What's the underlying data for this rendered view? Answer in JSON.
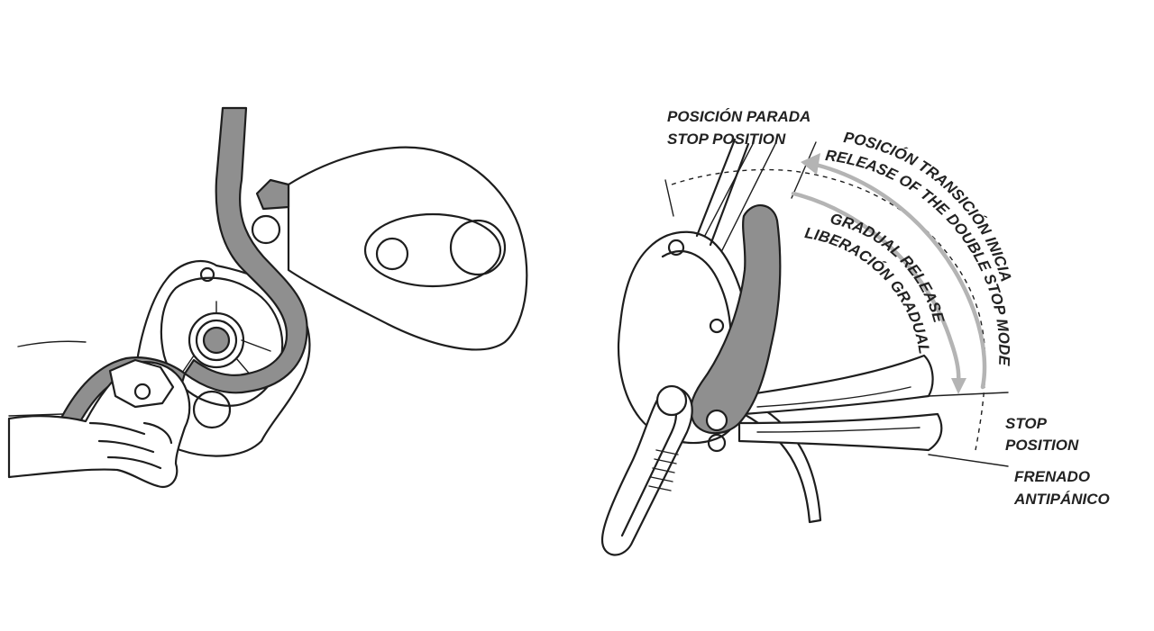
{
  "labels": {
    "stop_position_es": "POSICIÓN PARADA",
    "stop_position_en": "STOP POSITION",
    "transition_es": "POSICIÓN TRANSICIÓN INICIAL",
    "release_double_stop": "RELEASE OF THE DOUBLE STOP MODE",
    "gradual_release": "GRADUAL RELEASE",
    "liberacion_gradual": "LIBERACIÓN GRADUAL",
    "stop_position_right_1": "STOP",
    "stop_position_right_2": "POSITION",
    "frenado_1": "FRENADO",
    "frenado_2": "ANTIPÁNICO"
  },
  "colors": {
    "ink": "#1e1e1e",
    "rope_grey": "#8f8f8f",
    "arrow_grey": "#b4b4b4",
    "background": "#ffffff"
  }
}
